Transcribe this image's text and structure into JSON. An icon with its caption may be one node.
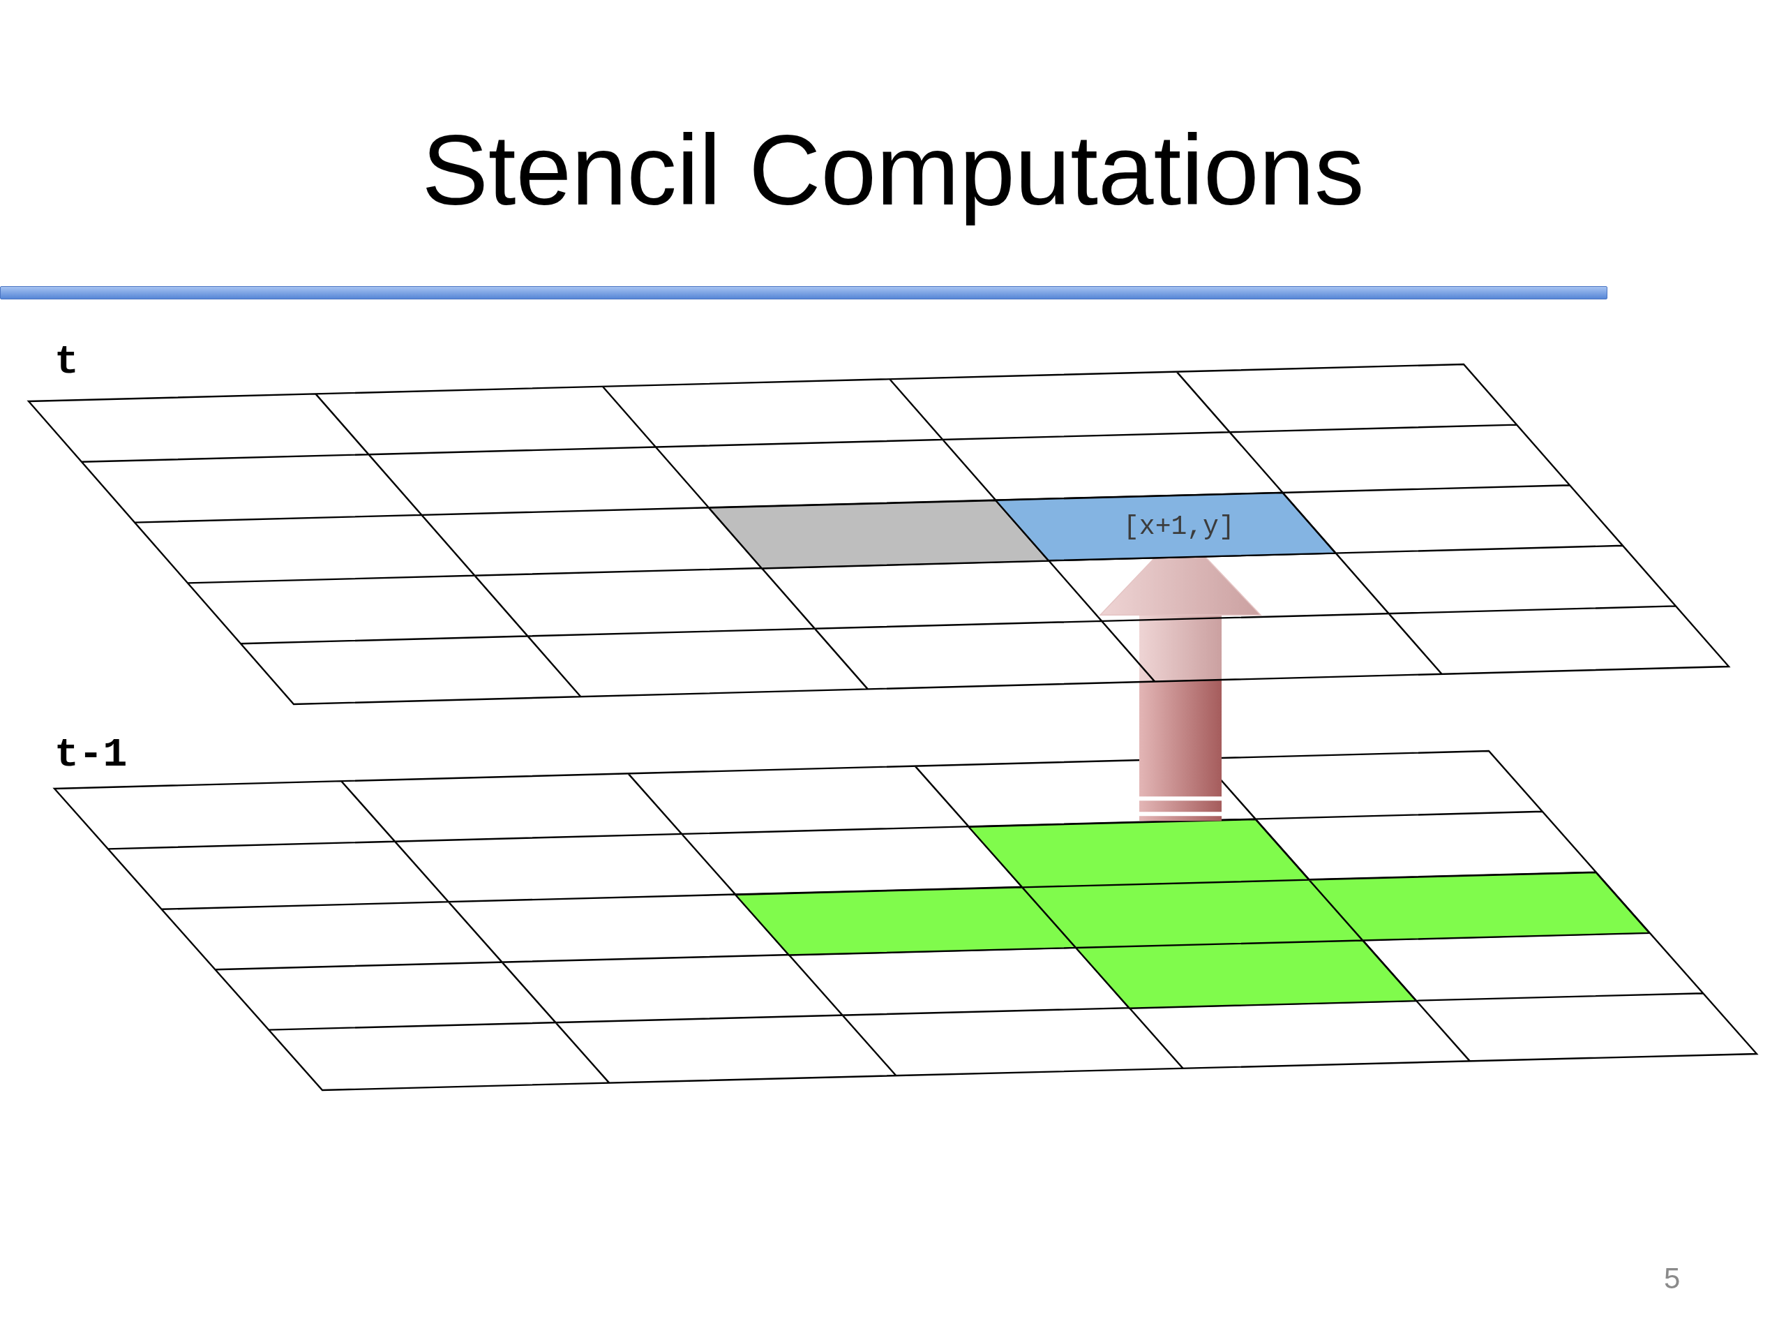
{
  "diagram": {
    "title": "Stencil Computations",
    "nodes": [
      {
        "text": [],
        "shape": "bar"
      },
      {
        "text": [
          "t"
        ]
      },
      {
        "text": [],
        "shape": "box",
        "in": 1
      },
      {
        "text": [
          "[x+1,y]"
        ],
        "in": 1
      },
      {
        "text": [
          "t-1"
        ]
      },
      {
        "text": [],
        "shape": "cross",
        "in": 4
      }
    ],
    "edges": [
      {
        "from": 5,
        "to": 3,
        "arrow": "to"
      }
    ],
    "labels": [
      "5"
    ]
  }
}
